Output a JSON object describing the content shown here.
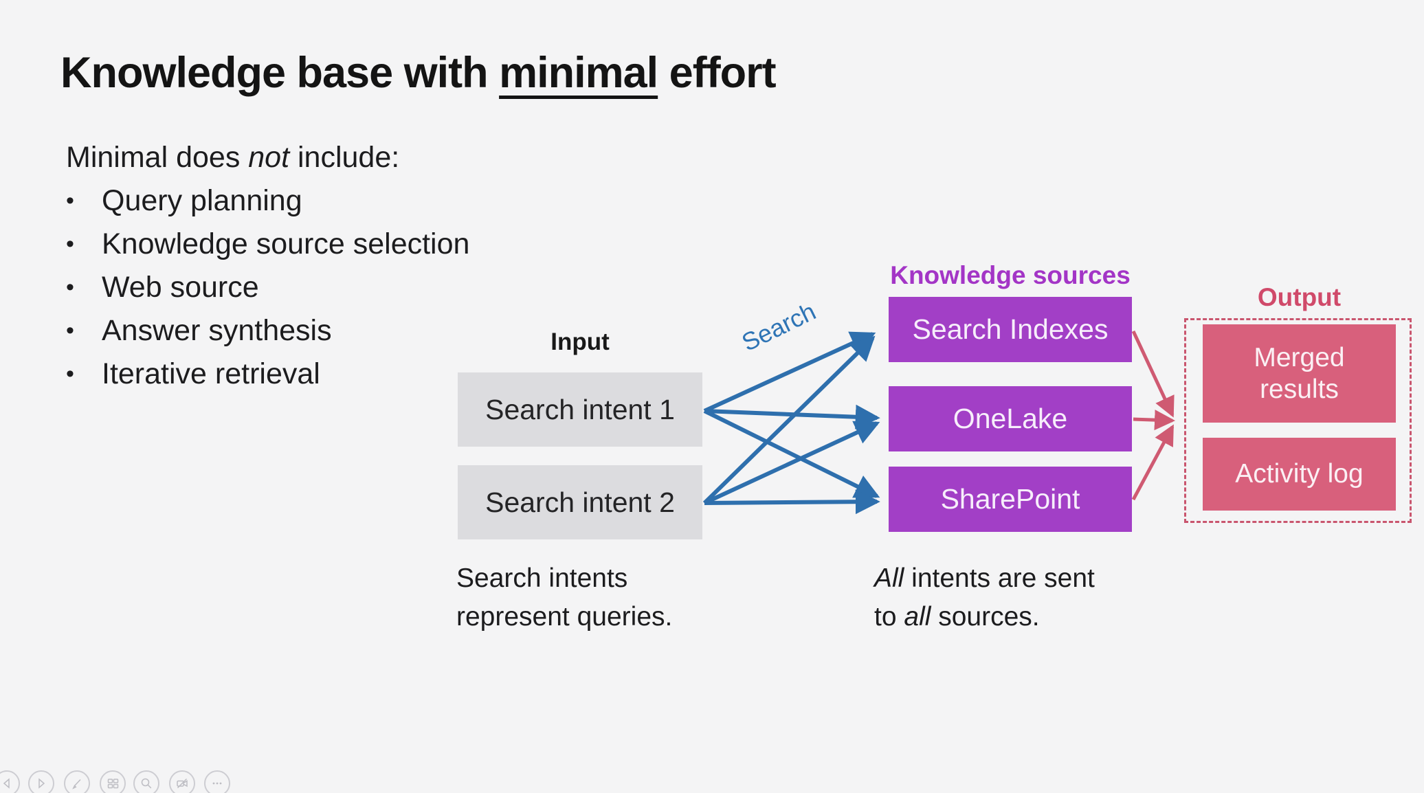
{
  "slide": {
    "title": {
      "pre": "Knowledge base with ",
      "underlined": "minimal",
      "post": " effort"
    },
    "intro": {
      "pre": "Minimal does ",
      "em": "not",
      "post": " include:"
    },
    "bullets": [
      "Query planning",
      "Knowledge source selection",
      "Web source",
      "Answer synthesis",
      "Iterative retrieval"
    ],
    "diagram": {
      "input": {
        "label": "Input",
        "items": [
          "Search intent 1",
          "Search intent 2"
        ],
        "caption_line1": "Search intents",
        "caption_line2": "represent queries."
      },
      "search_arrow_label": "Search",
      "knowledge_sources": {
        "label": "Knowledge sources",
        "items": [
          "Search Indexes",
          "OneLake",
          "SharePoint"
        ],
        "caption": {
          "em1": "All",
          "line1_rest": " intents are sent",
          "line2_pre": "to ",
          "em2": "all",
          "line2_post": " sources."
        }
      },
      "output": {
        "label": "Output",
        "items": [
          "Merged results",
          "Activity log"
        ]
      }
    },
    "colors": {
      "background": "#f4f4f5",
      "text": "#1c1c1e",
      "input_box": "#dcdcdf",
      "purple_box": "#a23fc6",
      "purple_label": "#a335c6",
      "pink_box": "#d8607c",
      "pink_label": "#d04a6a",
      "dashed_border": "#c9556e",
      "blue_arrow": "#2e6fad",
      "pink_arrow": "#cf5a72"
    }
  },
  "toolbar": {
    "icons": [
      "previous-slide-icon",
      "next-slide-icon",
      "pen-icon",
      "all-slides-icon",
      "zoom-icon",
      "camera-off-icon",
      "more-options-icon"
    ]
  }
}
